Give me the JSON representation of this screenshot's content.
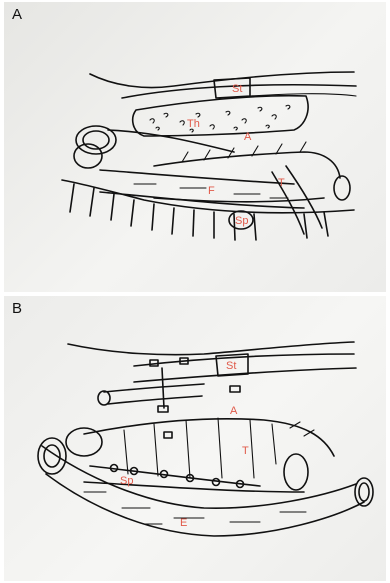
{
  "panel_a": {
    "label": "A",
    "labels": {
      "st": "St",
      "th": "Th",
      "a": "A",
      "f": "F",
      "t": "T",
      "sp": "Sp"
    }
  },
  "panel_b": {
    "label": "B",
    "labels": {
      "st": "St",
      "a": "A",
      "t": "T",
      "sp": "Sp",
      "e": "E"
    }
  },
  "colors": {
    "ink": "#111111",
    "label": "#e05a4a"
  }
}
